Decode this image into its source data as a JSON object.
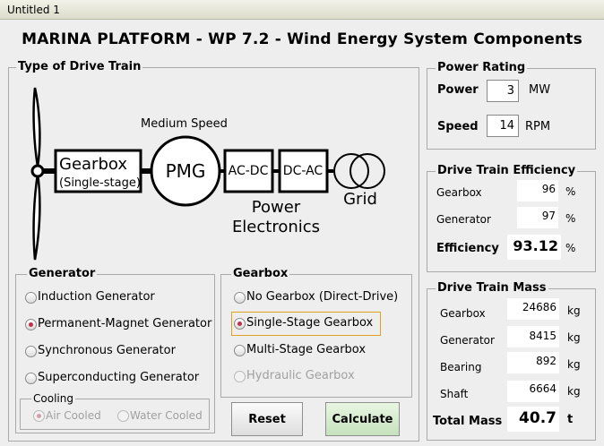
{
  "window": {
    "title": "Untitled 1"
  },
  "app": {
    "title": "MARINA PLATFORM - WP 7.2 - Wind Energy System Components"
  },
  "drive_train": {
    "legend": "Type of Drive Train",
    "diagram": {
      "speed_label": "Medium Speed",
      "gearbox_label": "Gearbox",
      "gearbox_sub": "(Single-stage)",
      "pmg_label": "PMG",
      "acdc_label": "AC-DC",
      "dcac_label": "DC-AC",
      "grid_label": "Grid",
      "pe_label_1": "Power",
      "pe_label_2": "Electronics"
    },
    "generator": {
      "legend": "Generator",
      "options": [
        "Induction Generator",
        "Permanent-Magnet Generator",
        "Synchronous Generator",
        "Superconducting Generator"
      ],
      "selected": "Permanent-Magnet Generator",
      "cooling": {
        "legend": "Cooling",
        "options": [
          "Air Cooled",
          "Water Cooled"
        ],
        "selected": "Air Cooled"
      }
    },
    "gearbox": {
      "legend": "Gearbox",
      "options": [
        "No Gearbox (Direct-Drive)",
        "Single-Stage Gearbox",
        "Multi-Stage Gearbox",
        "Hydraulic Gearbox"
      ],
      "selected": "Single-Stage Gearbox"
    }
  },
  "buttons": {
    "reset": "Reset",
    "calculate": "Calculate"
  },
  "power_rating": {
    "legend": "Power Rating",
    "power_label": "Power",
    "power_value": "3",
    "power_unit": "MW",
    "speed_label": "Speed",
    "speed_value": "14",
    "speed_unit": "RPM"
  },
  "efficiency": {
    "legend": "Drive Train Efficiency",
    "gearbox_label": "Gearbox",
    "gearbox_value": "96",
    "gearbox_unit": "%",
    "generator_label": "Generator",
    "generator_value": "97",
    "generator_unit": "%",
    "total_label": "Efficiency",
    "total_value": "93.12",
    "total_unit": "%"
  },
  "mass": {
    "legend": "Drive Train Mass",
    "gearbox_label": "Gearbox",
    "gearbox_value": "24686",
    "gearbox_unit": "kg",
    "generator_label": "Generator",
    "generator_value": "8415",
    "generator_unit": "kg",
    "bearing_label": "Bearing",
    "bearing_value": "892",
    "bearing_unit": "kg",
    "shaft_label": "Shaft",
    "shaft_value": "6664",
    "shaft_unit": "kg",
    "total_label": "Total Mass",
    "total_value": "40.7",
    "total_unit": "t"
  }
}
